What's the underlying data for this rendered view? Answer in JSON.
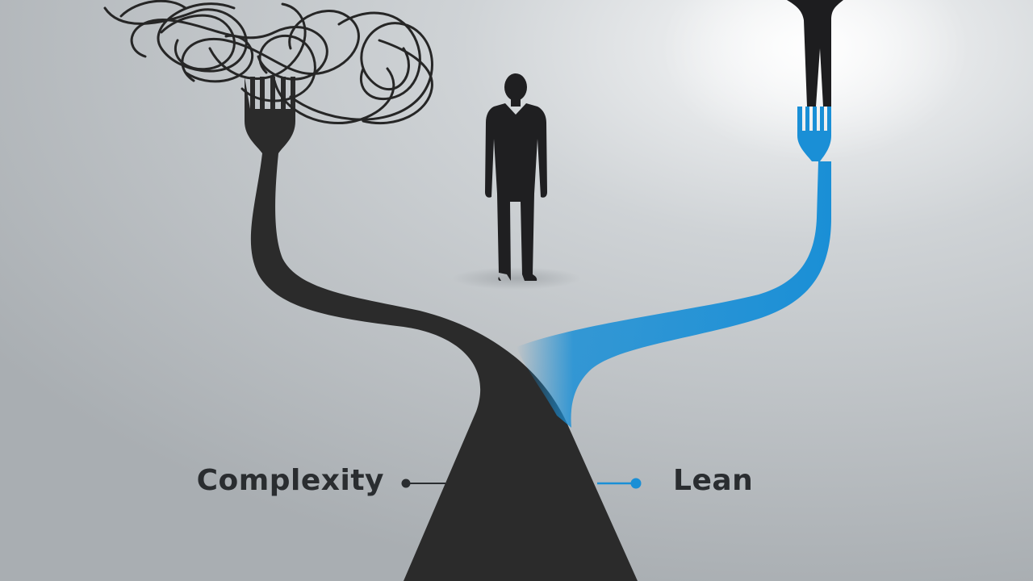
{
  "labels": {
    "left": "Complexity",
    "right": "Lean"
  },
  "colors": {
    "background_light": "#e6e8ea",
    "background_dark": "#a9afb4",
    "dark_path": "#2b2b2b",
    "lean_path": "#1a8fd6",
    "label_text": "#2a2d30",
    "figure": "#1d1d1f"
  },
  "icons": {
    "left_path_end": "fork-icon",
    "right_path_end": "fork-icon",
    "tangle": "tangled-noodles",
    "person": "person-silhouette"
  }
}
